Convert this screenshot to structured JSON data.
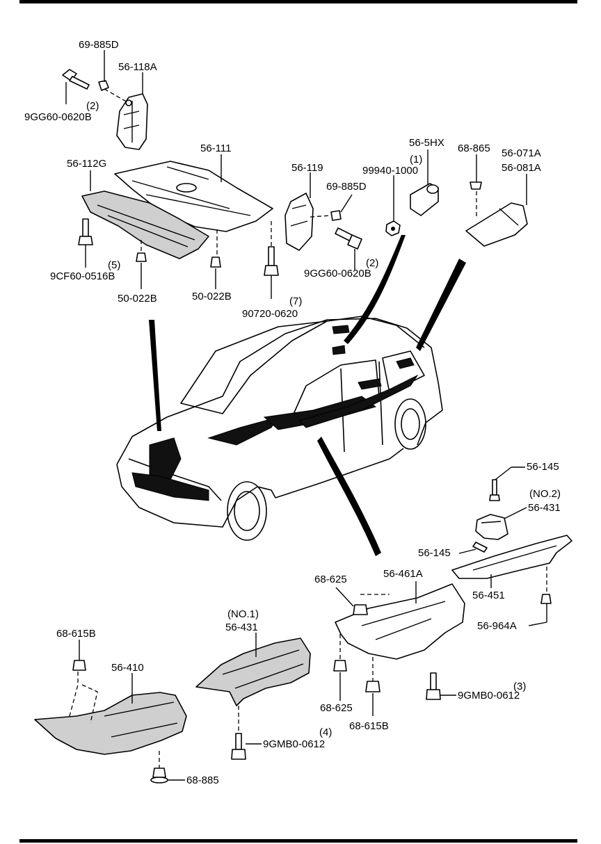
{
  "diagram": {
    "labels": {
      "p69_885D_top": "69-885D",
      "p56_118A": "56-118A",
      "p9GG60_top": "9GG60-0620B",
      "q2_top": "(2)",
      "p56_111": "56-111",
      "p56_112G": "56-112G",
      "p56_119": "56-119",
      "p69_885D_mid": "69-885D",
      "p9GG60_mid": "9GG60-0620B",
      "q2_mid": "(2)",
      "p9CF60": "9CF60-0516B",
      "q5": "(5)",
      "p50_022B_a": "50-022B",
      "p50_022B_b": "50-022B",
      "p90720": "90720-0620",
      "q7": "(7)",
      "p99940": "99940-1000",
      "q1": "(1)",
      "p56_5HX": "56-5HX",
      "p68_865": "68-865",
      "p56_071A": "56-071A",
      "p56_081A": "56-081A",
      "p56_145_top": "56-145",
      "no2": "(NO.2)",
      "p56_431_no2": "56-431",
      "p56_145_mid": "56-145",
      "p56_451": "56-451",
      "p56_964A": "56-964A",
      "p68_625_top": "68-625",
      "p56_461A": "56-461A",
      "p68_625_bot": "68-625",
      "p68_615B_bot": "68-615B",
      "p9GMB0_right": "9GMB0-0612",
      "q3": "(3)",
      "no1": "(NO.1)",
      "p56_431_no1": "56-431",
      "p9GMB0_left": "9GMB0-0612",
      "q4": "(4)",
      "p68_615B_left": "68-615B",
      "p56_410": "56-410",
      "p68_885": "68-885"
    }
  }
}
